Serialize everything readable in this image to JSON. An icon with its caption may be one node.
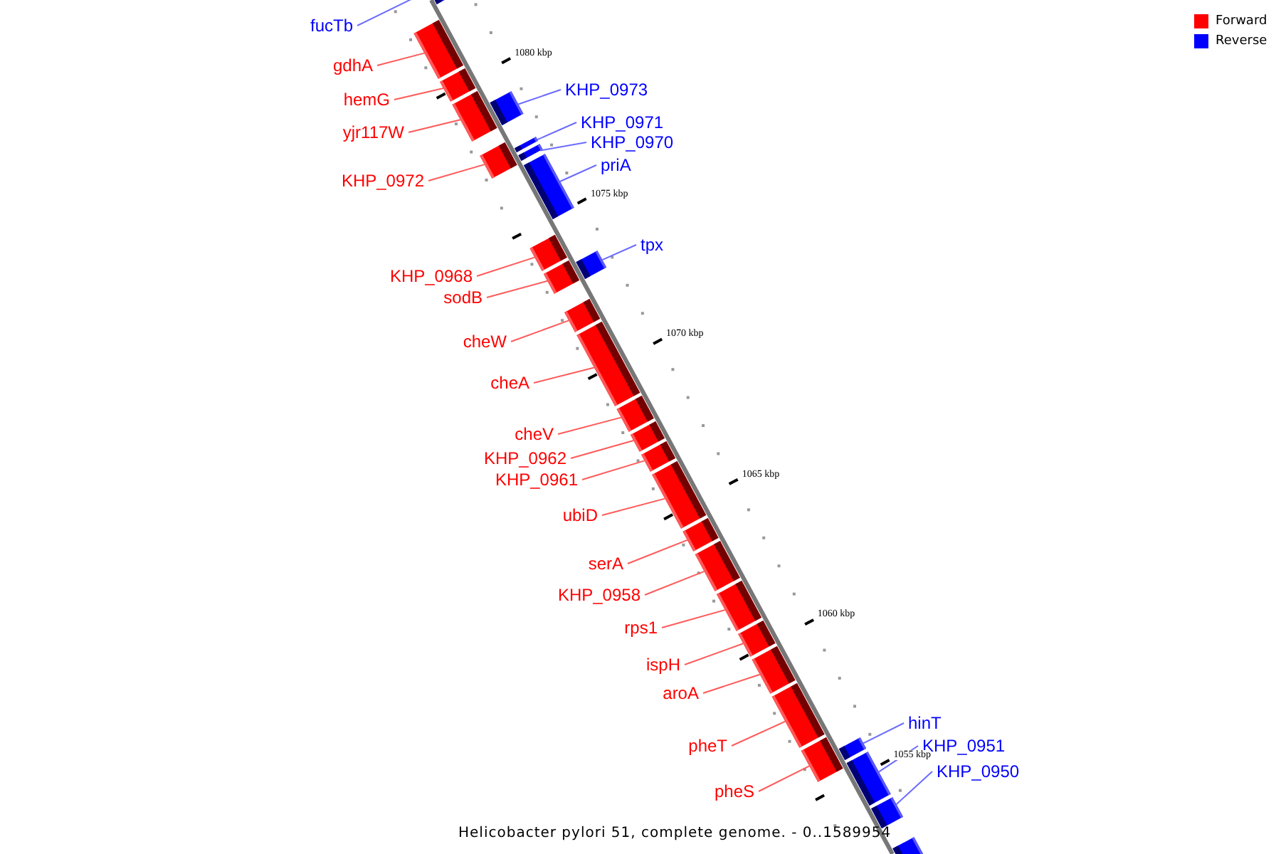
{
  "diagram": {
    "caption": "Helicobacter pylori 51, complete genome. - 0..1589954",
    "nodes": [
      {
        "text": [
          "fucTb"
        ]
      },
      {
        "text": [],
        "shape": "bar"
      },
      {
        "text": [
          "gdhA"
        ]
      },
      {
        "text": [],
        "shape": "bar"
      },
      {
        "text": [
          "hemG"
        ]
      },
      {
        "text": [],
        "shape": "bar"
      },
      {
        "text": [
          "yjr117W"
        ]
      },
      {
        "text": [],
        "shape": "bar"
      },
      {
        "text": [
          "KHP_0973"
        ]
      },
      {
        "text": [],
        "shape": "bar"
      },
      {
        "text": [
          "KHP_0972"
        ]
      },
      {
        "text": [],
        "shape": "bar"
      },
      {
        "text": [
          "KHP_0971"
        ]
      },
      {
        "text": [],
        "shape": "bar"
      },
      {
        "text": [
          "KHP_0970"
        ]
      },
      {
        "text": [],
        "shape": "bar"
      },
      {
        "text": [
          "priA"
        ]
      },
      {
        "text": [],
        "shape": "bar"
      },
      {
        "text": [
          "KHP_0968"
        ]
      },
      {
        "text": [],
        "shape": "bar"
      },
      {
        "text": [
          "sodB"
        ]
      },
      {
        "text": [],
        "shape": "bar"
      },
      {
        "text": [
          "tpx"
        ]
      },
      {
        "text": [],
        "shape": "bar"
      },
      {
        "text": [
          "cheW"
        ]
      },
      {
        "text": [],
        "shape": "bar"
      },
      {
        "text": [
          "cheA"
        ]
      },
      {
        "text": [],
        "shape": "bar"
      },
      {
        "text": [
          "cheV"
        ]
      },
      {
        "text": [],
        "shape": "bar"
      },
      {
        "text": [
          "KHP_0962"
        ]
      },
      {
        "text": [],
        "shape": "bar"
      },
      {
        "text": [
          "KHP_0961"
        ]
      },
      {
        "text": [],
        "shape": "bar"
      },
      {
        "text": [
          "ubiD"
        ]
      },
      {
        "text": [],
        "shape": "bar"
      },
      {
        "text": [
          "serA"
        ]
      },
      {
        "text": [],
        "shape": "bar"
      },
      {
        "text": [
          "KHP_0958"
        ]
      },
      {
        "text": [],
        "shape": "bar"
      },
      {
        "text": [
          "rps1"
        ]
      },
      {
        "text": [],
        "shape": "bar"
      },
      {
        "text": [
          "ispH"
        ]
      },
      {
        "text": [],
        "shape": "bar"
      },
      {
        "text": [
          "aroA"
        ]
      },
      {
        "text": [],
        "shape": "bar"
      },
      {
        "text": [
          "pheT"
        ]
      },
      {
        "text": [],
        "shape": "bar"
      },
      {
        "text": [
          "pheS"
        ]
      },
      {
        "text": [],
        "shape": "bar"
      },
      {
        "text": [
          "hinT"
        ]
      },
      {
        "text": [],
        "shape": "bar"
      },
      {
        "text": [
          "KHP_0951"
        ]
      },
      {
        "text": [],
        "shape": "bar"
      },
      {
        "text": [
          "KHP_0950"
        ]
      },
      {
        "text": [],
        "shape": "bar"
      },
      {
        "text": [],
        "shape": "bar"
      }
    ],
    "edges": [
      {
        "from": 0,
        "to": 1,
        "arrow": "none",
        "color": "#6b6bff"
      },
      {
        "from": 2,
        "to": 3,
        "arrow": "none"
      },
      {
        "from": 4,
        "to": 5,
        "arrow": "none"
      },
      {
        "from": 6,
        "to": 7,
        "arrow": "none"
      },
      {
        "from": 8,
        "to": 9,
        "arrow": "none",
        "color": "#6b6bff"
      },
      {
        "from": 10,
        "to": 11,
        "arrow": "none"
      },
      {
        "from": 12,
        "to": 13,
        "arrow": "none",
        "color": "#6b6bff"
      },
      {
        "from": 14,
        "to": 15,
        "arrow": "none",
        "color": "#6b6bff"
      },
      {
        "from": 16,
        "to": 17,
        "arrow": "none",
        "color": "#6b6bff"
      },
      {
        "from": 18,
        "to": 19,
        "arrow": "none"
      },
      {
        "from": 20,
        "to": 21,
        "arrow": "none"
      },
      {
        "from": 22,
        "to": 23,
        "arrow": "none",
        "color": "#6b6bff"
      },
      {
        "from": 24,
        "to": 25,
        "arrow": "none"
      },
      {
        "from": 26,
        "to": 27,
        "arrow": "none"
      },
      {
        "from": 28,
        "to": 29,
        "arrow": "none"
      },
      {
        "from": 30,
        "to": 31,
        "arrow": "none"
      },
      {
        "from": 32,
        "to": 33,
        "arrow": "none"
      },
      {
        "from": 34,
        "to": 35,
        "arrow": "none"
      },
      {
        "from": 36,
        "to": 37,
        "arrow": "none"
      },
      {
        "from": 38,
        "to": 39,
        "arrow": "none"
      },
      {
        "from": 40,
        "to": 41,
        "arrow": "none"
      },
      {
        "from": 42,
        "to": 43,
        "arrow": "none"
      },
      {
        "from": 44,
        "to": 45,
        "arrow": "none"
      },
      {
        "from": 46,
        "to": 47,
        "arrow": "none"
      },
      {
        "from": 48,
        "to": 49,
        "arrow": "none"
      },
      {
        "from": 50,
        "to": 51,
        "arrow": "none",
        "color": "#6b6bff"
      },
      {
        "from": 52,
        "to": 53,
        "arrow": "none",
        "color": "#6b6bff"
      },
      {
        "from": 54,
        "to": 55,
        "arrow": "none",
        "color": "#6b6bff"
      }
    ],
    "labels": [
      "1080 kbp",
      "1075 kbp",
      "1070 kbp",
      "1065 kbp",
      "1060 kbp",
      "1055 kbp"
    ],
    "legend": [
      {
        "text": "Forward",
        "color": "#ff0000"
      },
      {
        "text": "Reverse",
        "color": "#0000ff"
      }
    ]
  }
}
